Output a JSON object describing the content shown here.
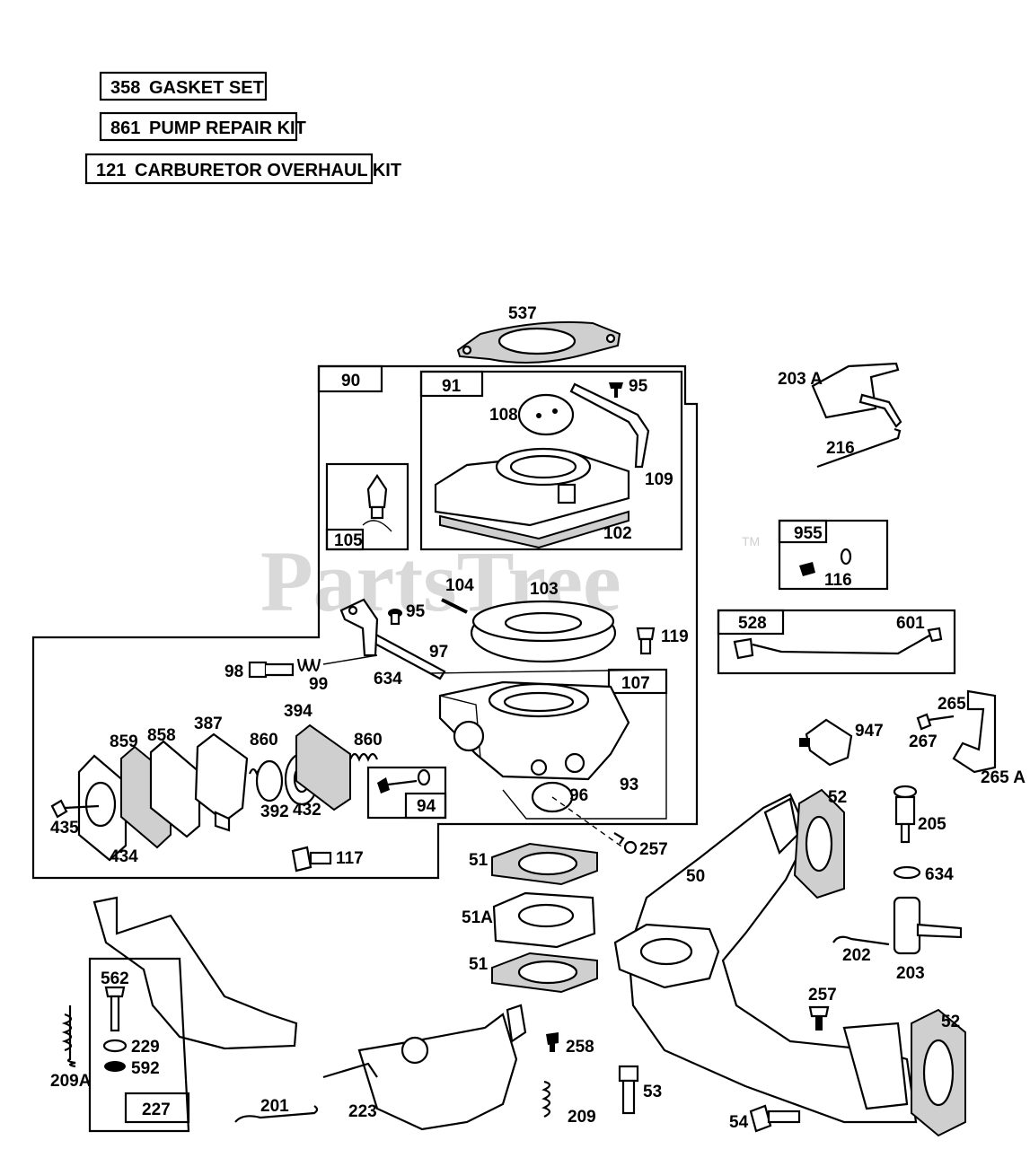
{
  "kits": [
    {
      "num": "358",
      "label": "GASKET SET"
    },
    {
      "num": "861",
      "label": "PUMP REPAIR KIT"
    },
    {
      "num": "121",
      "label": "CARBURETOR OVERHAUL KIT"
    }
  ],
  "watermark": {
    "text": "PartsTree",
    "tm": "TM"
  },
  "callouts": {
    "p537": "537",
    "p90": "90",
    "p91": "91",
    "p95a": "95",
    "p108": "108",
    "p109": "109",
    "p102": "102",
    "p105": "105",
    "p203A": "203 A",
    "p216": "216",
    "p955": "955",
    "p116": "116",
    "p104": "104",
    "p103": "103",
    "p95b": "95",
    "p97": "97",
    "p119": "119",
    "p98": "98",
    "p99": "99",
    "p634a": "634",
    "p528": "528",
    "p601": "601",
    "p947": "947",
    "p265": "265",
    "p267": "267",
    "p265A": "265 A",
    "p107": "107",
    "p859": "859",
    "p858": "858",
    "p387": "387",
    "p394": "394",
    "p860a": "860",
    "p860b": "860",
    "p392": "392",
    "p432": "432",
    "p435": "435",
    "p434": "434",
    "p94": "94",
    "p96": "96",
    "p93": "93",
    "p117": "117",
    "p257a": "257",
    "p52a": "52",
    "p205": "205",
    "p634b": "634",
    "p51a": "51",
    "p51A": "51A",
    "p51b": "51",
    "p50": "50",
    "p202": "202",
    "p203": "203",
    "p562": "562",
    "p229": "229",
    "p592": "592",
    "p209A": "209A",
    "p227": "227",
    "p258": "258",
    "p209": "209",
    "p257b": "257",
    "p52b": "52",
    "p53": "53",
    "p201": "201",
    "p223": "223",
    "p54": "54"
  }
}
